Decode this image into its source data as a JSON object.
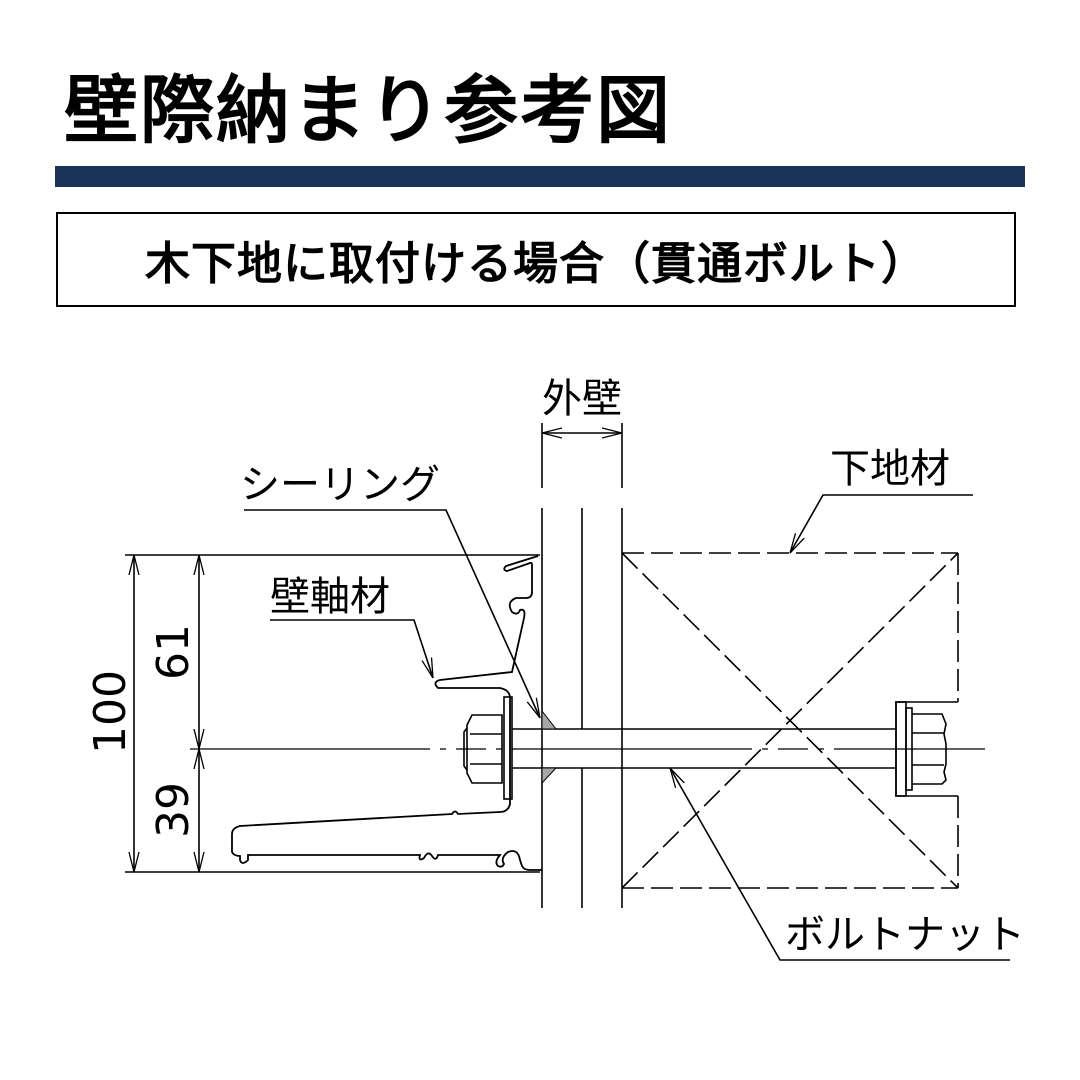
{
  "header": {
    "title": "壁際納まり参考図",
    "bar_color": "#1b3358"
  },
  "subheader": {
    "title": "木下地に取付ける場合（貫通ボルト）"
  },
  "drawing": {
    "labels": {
      "outer_wall": "外壁",
      "sealing": "シーリング",
      "wall_axis_member": "壁軸材",
      "base_member": "下地材",
      "bolt_nut": "ボルトナット"
    },
    "dimensions": {
      "total": "100",
      "upper": "61",
      "lower": "39"
    },
    "sealant_color": "#a8a8a8",
    "line_color": "#000000"
  }
}
